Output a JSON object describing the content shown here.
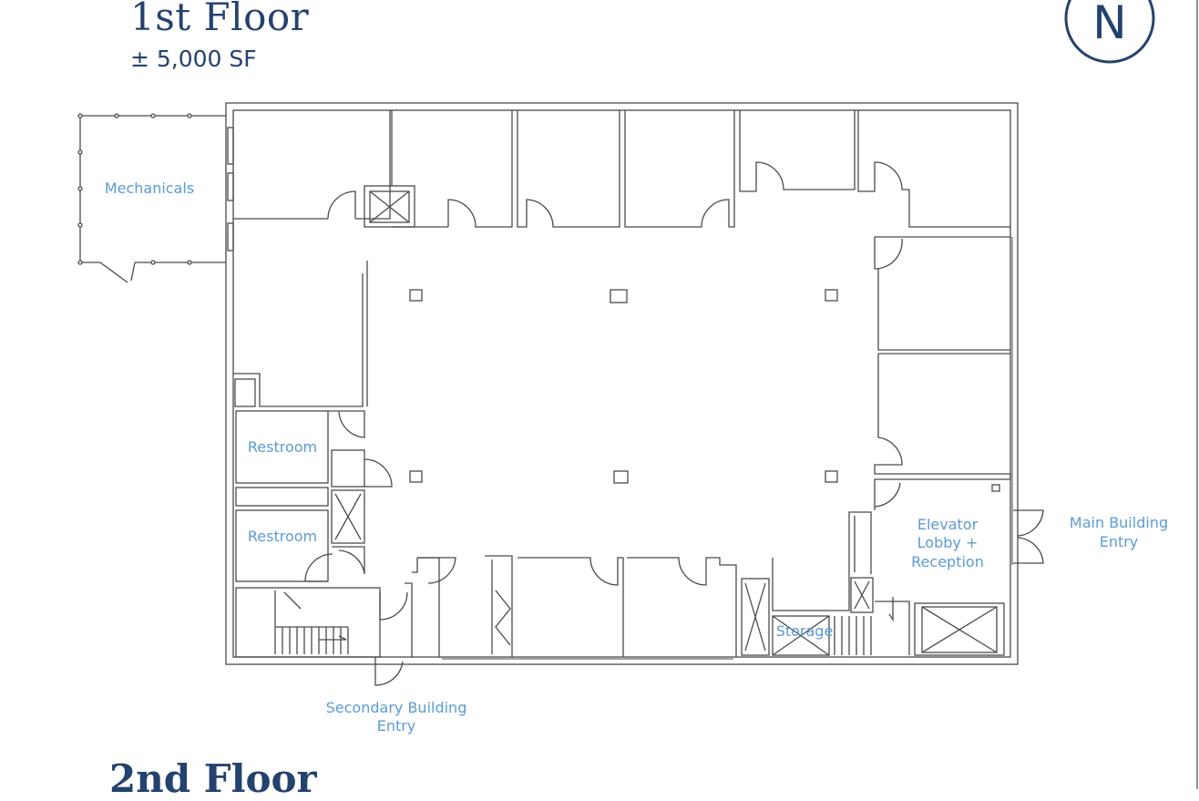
{
  "header": {
    "title": "1st Floor",
    "area": "± 5,000 SF",
    "compass_letter": "N",
    "next_title": "2nd Floor"
  },
  "labels": {
    "mechanicals": "Mechanicals",
    "restroom_1": "Restroom",
    "restroom_2": "Restroom",
    "elevator_lobby_1": "Elevator",
    "elevator_lobby_2": "Lobby +",
    "elevator_lobby_3": "Reception",
    "main_entry_1": "Main Building",
    "main_entry_2": "Entry",
    "storage": "Storage",
    "secondary_entry_1": "Secondary Building",
    "secondary_entry_2": "Entry"
  },
  "colors": {
    "title": "#24426e",
    "label": "#5b9bd5",
    "wall": "#4a4a4a"
  }
}
